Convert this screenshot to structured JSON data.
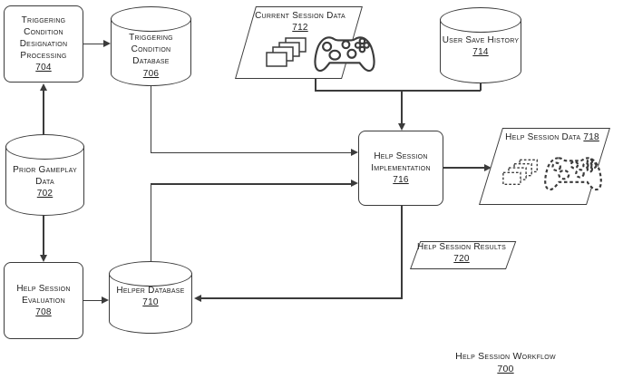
{
  "diagram": {
    "caption": {
      "title": "Help Session Workflow",
      "ref": "700"
    },
    "nodes": {
      "triggering_condition_processing": {
        "shape": "rounded-box",
        "title": "Triggering Condition Designation Processing",
        "ref": "704"
      },
      "triggering_condition_database": {
        "shape": "cylinder",
        "title": "Triggering Condition Database",
        "ref": "706"
      },
      "current_session_data": {
        "shape": "parallelogram",
        "title": "Current Session Data",
        "ref": "712",
        "icons": [
          "screens-stack-icon",
          "game-controller-icon"
        ]
      },
      "user_save_history": {
        "shape": "cylinder",
        "title": "User Save History",
        "ref": "714"
      },
      "prior_gameplay_data": {
        "shape": "cylinder",
        "title": "Prior Gameplay Data",
        "ref": "702"
      },
      "help_session_implementation": {
        "shape": "rounded-box",
        "title": "Help Session Implementation",
        "ref": "716"
      },
      "help_session_data": {
        "shape": "parallelogram",
        "title": "Help Session Data",
        "ref": "718",
        "icons": [
          "screens-stack-icon-dashed",
          "game-controller-icon-dashed"
        ]
      },
      "help_session_evaluation": {
        "shape": "rounded-box",
        "title": "Help Session Evaluation",
        "ref": "708"
      },
      "helper_database": {
        "shape": "cylinder",
        "title": "Helper Database",
        "ref": "710"
      },
      "help_session_results": {
        "shape": "parallelogram",
        "title": "Help Session Results",
        "ref": "720"
      }
    },
    "edges": [
      {
        "from": "704",
        "to": "706",
        "type": "arrow"
      },
      {
        "from": "702",
        "to": "704",
        "type": "arrow"
      },
      {
        "from": "702",
        "to": "708",
        "type": "arrow"
      },
      {
        "from": "708",
        "to": "710",
        "type": "arrow"
      },
      {
        "from": "706",
        "to": "716",
        "type": "arrow"
      },
      {
        "from": "710",
        "to": "716",
        "type": "arrow"
      },
      {
        "from": "712",
        "to": "716",
        "type": "arrow"
      },
      {
        "from": "714",
        "to": "716",
        "type": "arrow"
      },
      {
        "from": "716",
        "to": "718",
        "type": "arrow"
      },
      {
        "from": "716",
        "to": "710",
        "type": "arrow"
      }
    ],
    "colors": {
      "line": "#3b3b3b",
      "text": "#1c1c1c",
      "background": "#ffffff"
    }
  }
}
